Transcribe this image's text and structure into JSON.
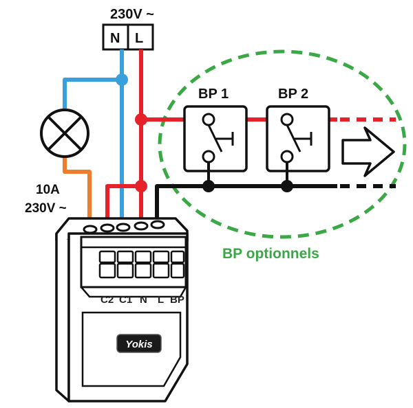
{
  "supply": {
    "voltage": "230V ~",
    "n": "N",
    "l": "L"
  },
  "lamp": {
    "rating_current": "10A",
    "rating_voltage": "230V ~"
  },
  "pushbuttons": {
    "bp1": "BP 1",
    "bp2": "BP 2",
    "optional_note": "BP optionnels"
  },
  "module": {
    "brand": "Yokis",
    "terminals": [
      "C2",
      "C1",
      "N",
      "L",
      "BP"
    ]
  },
  "colors": {
    "neutral_wire": "#3aa0dc",
    "live_wire": "#e52229",
    "lamp_wire": "#ee7d2e",
    "bp_wire": "#111111",
    "optional_zone": "#3aa845"
  }
}
